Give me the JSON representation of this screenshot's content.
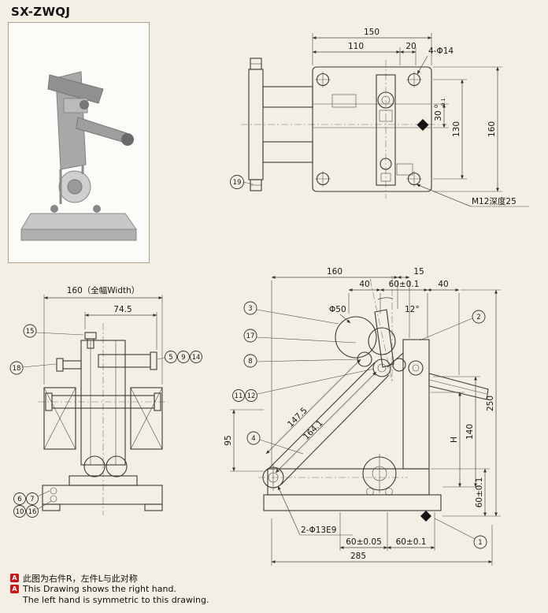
{
  "page": {
    "title": "SX-ZWQJ",
    "background": "#f4efe4",
    "line_color": "#3a3a3a",
    "marker_color": "#cc1414"
  },
  "top_view": {
    "dims": {
      "w150": "150",
      "w110": "110",
      "w20": "20",
      "holes": "4-Φ14",
      "t30": "30",
      "t30_hi": "0",
      "t30_lo": "-0.1",
      "h130": "130",
      "h160": "160",
      "thread": "M12深度25"
    },
    "balloons": {
      "b19": "19"
    }
  },
  "front_view": {
    "dims": {
      "overall": "160（全幅Width）",
      "w745": "74.5"
    },
    "balloons": {
      "b15": "15",
      "b18": "18",
      "b5": "5",
      "b9": "9",
      "b14": "14",
      "b6": "6",
      "b7": "7",
      "b10": "10",
      "b16": "16"
    }
  },
  "side_view": {
    "dims": {
      "w160": "160",
      "w15": "15",
      "w40a": "40",
      "w60top": "60±0.1",
      "w40b": "40",
      "angle": "12°",
      "dia": "Φ50",
      "l1475": "147.5",
      "l1641": "164.1",
      "h95": "95",
      "h140": "140",
      "hH": "H",
      "h250": "250",
      "h60right": "60±0.1",
      "holes": "2-Φ13E9",
      "w60a": "60±0.05",
      "w60b": "60±0.1",
      "w285": "285"
    },
    "balloons": {
      "b1": "1",
      "b2": "2",
      "b3": "3",
      "b4": "4",
      "b8": "8",
      "b11": "11",
      "b12": "12",
      "b17": "17"
    }
  },
  "notes": {
    "marker": "A",
    "line1": "此图为右件R，左件L与此对称",
    "line2": "This Drawing shows the right hand.",
    "line3": "The left hand is symmetric to this drawing."
  }
}
